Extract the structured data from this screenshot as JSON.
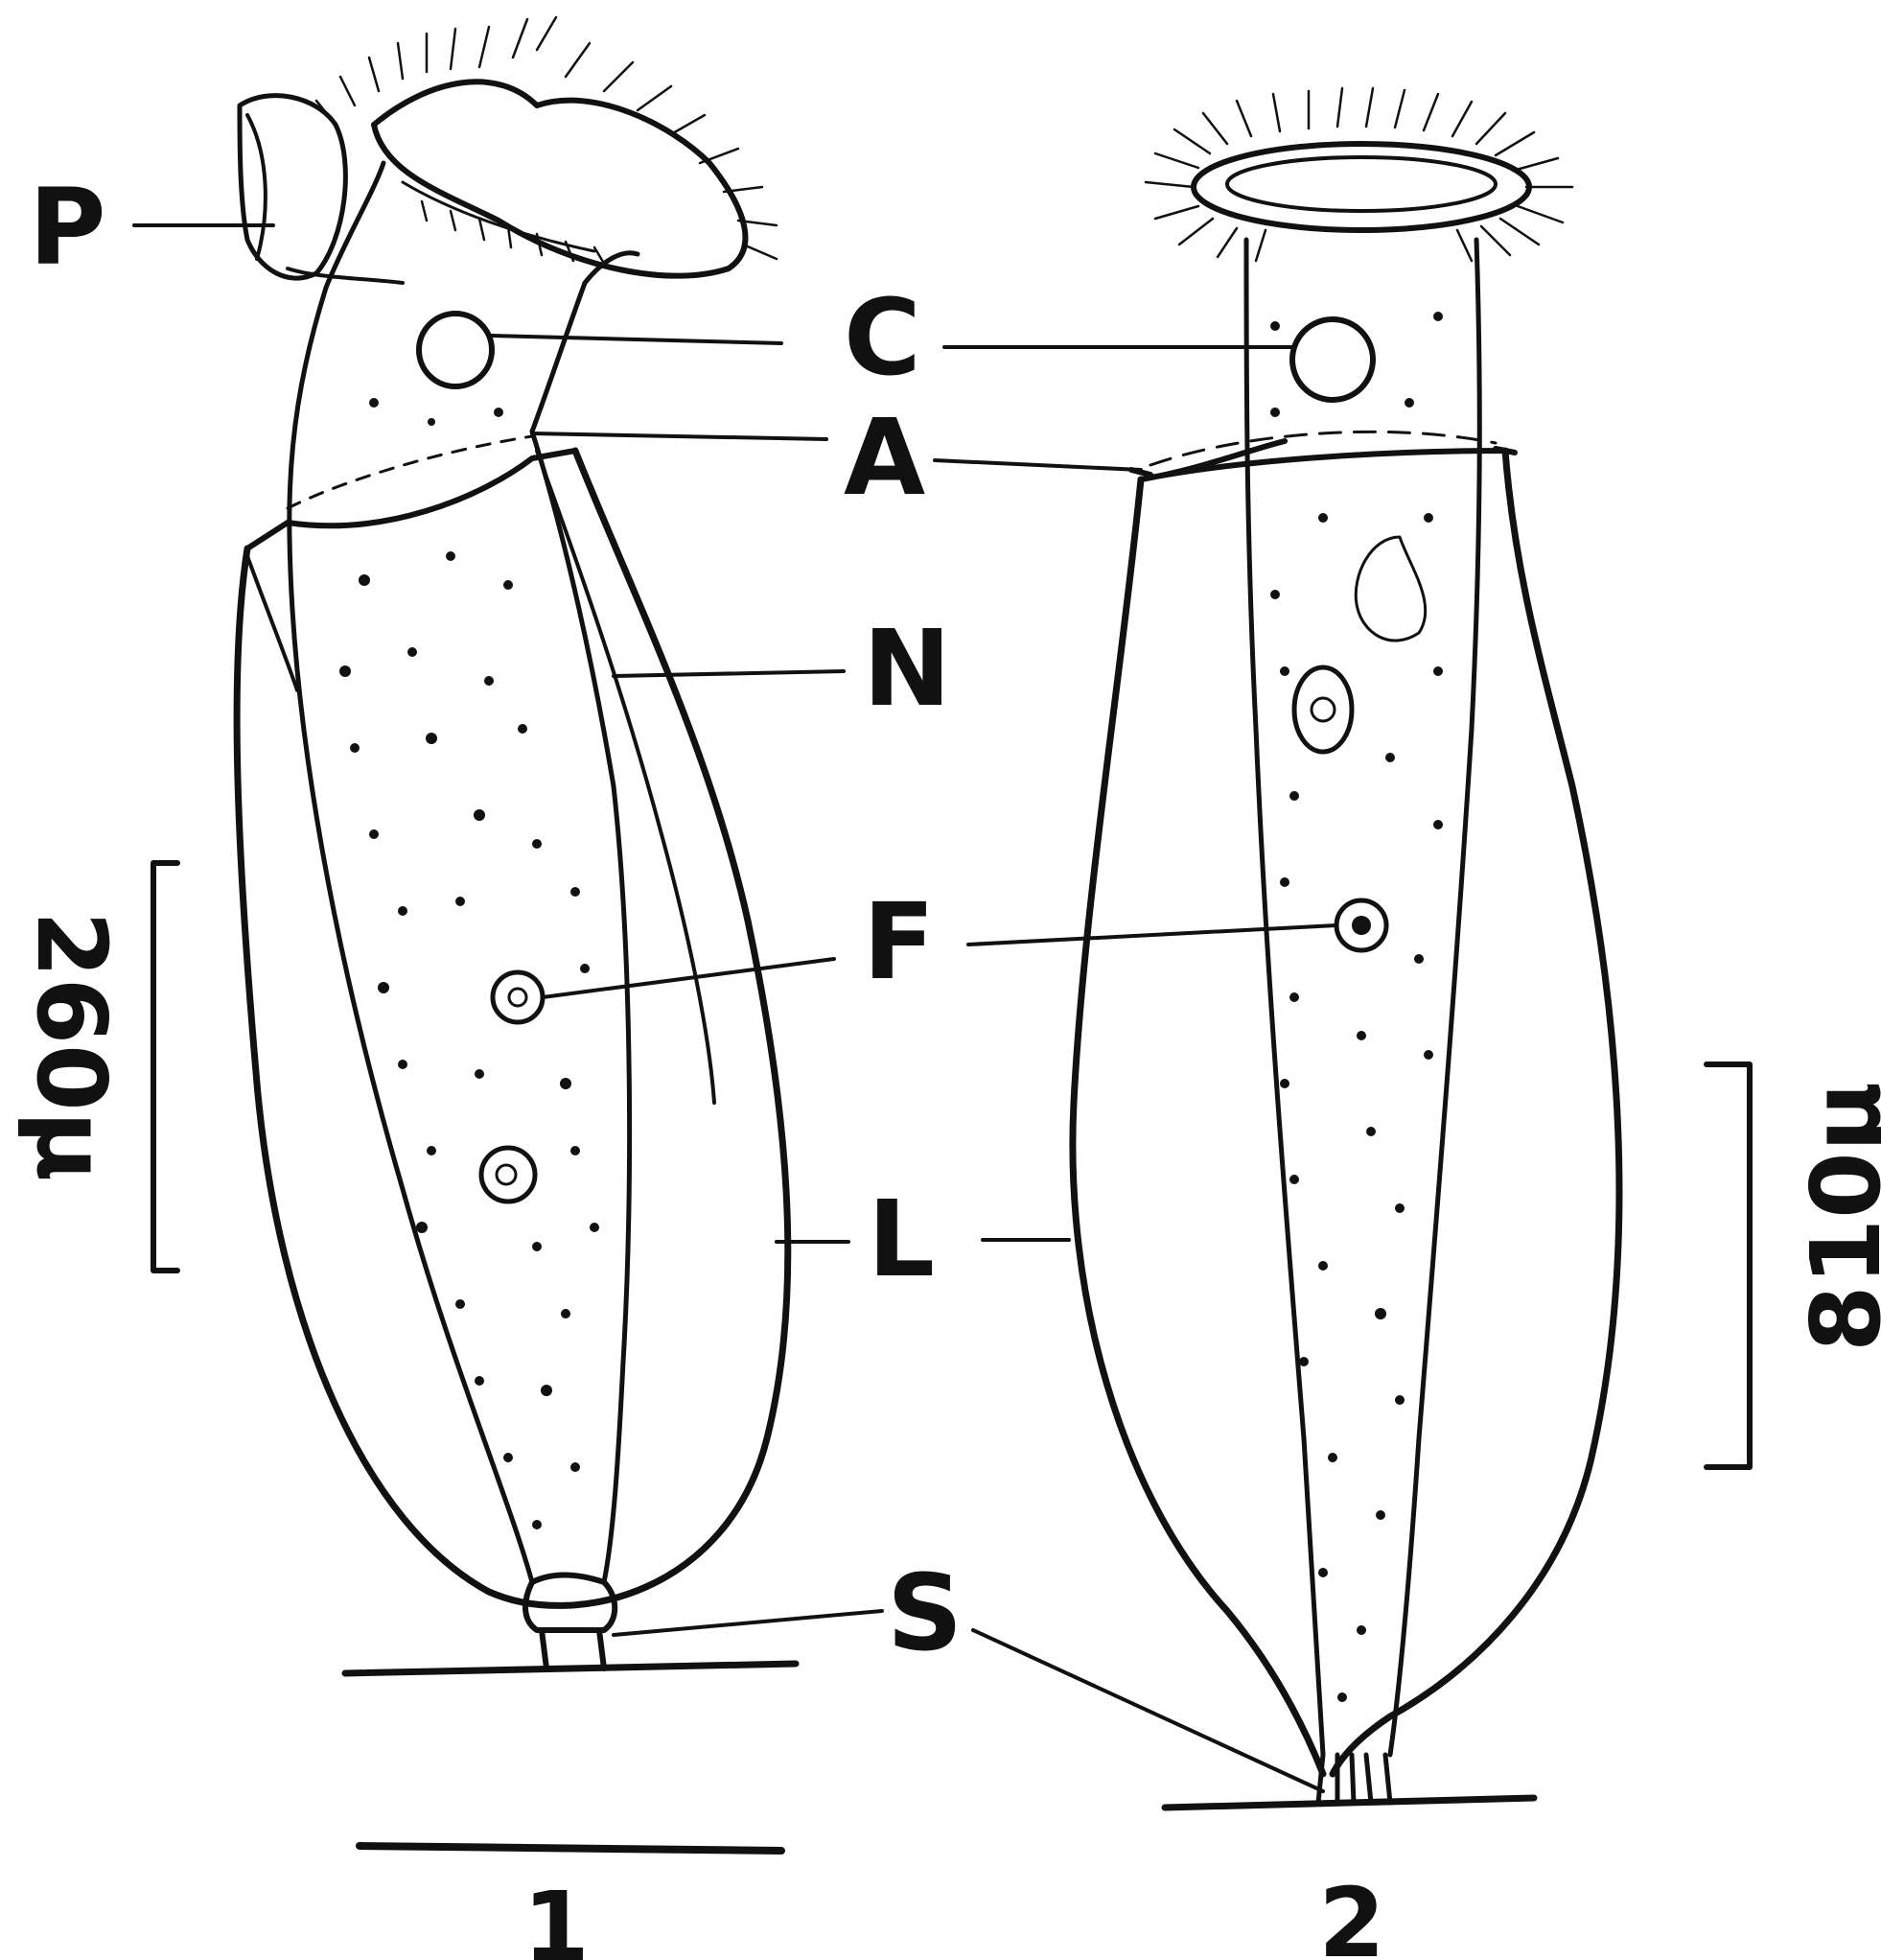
{
  "figure": {
    "labels": {
      "P": "P",
      "C": "C",
      "A": "A",
      "N": "N",
      "F": "F",
      "L": "L",
      "S": "S"
    },
    "panels": [
      {
        "number": "1",
        "scale_bar": "260μ"
      },
      {
        "number": "2",
        "scale_bar": "810μ"
      }
    ],
    "colors": {
      "ink": "#111111",
      "background": "#ffffff"
    }
  }
}
